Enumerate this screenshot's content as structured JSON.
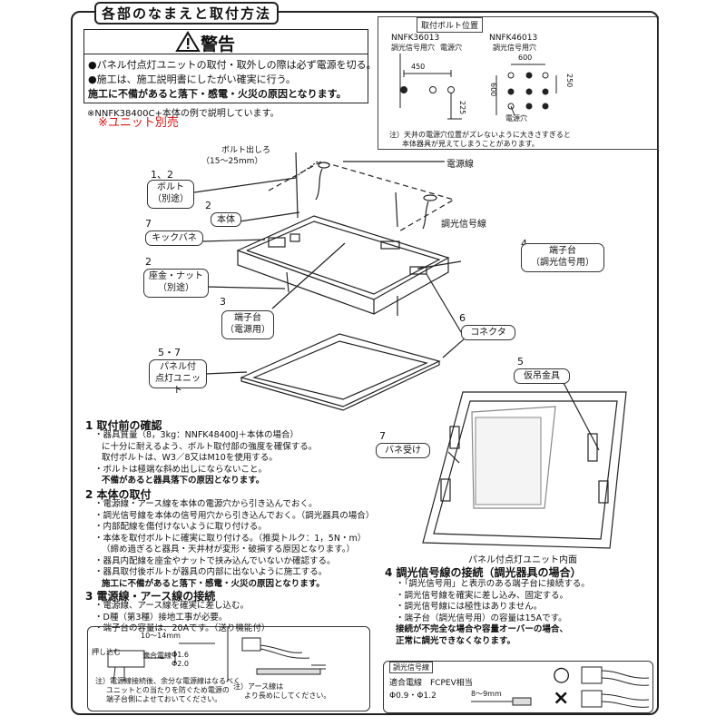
{
  "title": "各部のなまえと取付方法",
  "warning": {
    "heading": "警告",
    "line1": "●パネル付点灯ユニットの取付・取外しの際は必ず電源を切る。",
    "line2": "●施工は、施工説明書にしたがい確実に行う。",
    "line3": "施工に不備があると落下・感電・火災の原因となります。"
  },
  "note_model": "※NNFK38400C+本体の例で説明しています。",
  "unit_separate": "※ユニット別売",
  "bolt_positions": {
    "title": "取付ボルト位置",
    "model_a": "NNFK36013",
    "model_b": "NNFK46013",
    "dim_bolt_hole_a": "調光信号用穴",
    "power_hole_a": "電源穴",
    "dim_bolt_hole_b": "調光信号用穴",
    "power_hole_b": "電源穴",
    "dim_450": "450",
    "dim_600": "600",
    "dim_225": "225",
    "dim_250": "250",
    "dim_600v": "600",
    "note1": "注）天井の電源穴位置がズレないように大きさすぎると",
    "note2": "本体器具が見えてしまうことがあります。"
  },
  "diagram": {
    "bolt_protrusion": "ボルト出しろ",
    "bolt_range": "（15～25mm）",
    "num_bolt": "1、2",
    "bolt": "ボルト",
    "bolt_sub": "（別途）",
    "num_body": "2",
    "body": "本体",
    "num_spring": "7",
    "spring": "キックバネ",
    "num_washer": "2",
    "washer": "座金・ナット",
    "washer_sub": "（別途）",
    "num_terminal_power": "3",
    "terminal_power": "端子台",
    "terminal_power_sub": "（電源用）",
    "power_line": "電源線",
    "dim_signal_line": "調光信号線",
    "num_terminal_dim": "4",
    "terminal_dim": "端子台",
    "terminal_dim_sub": "（調光信号用）",
    "num_connector": "6",
    "connector": "コネクタ",
    "num_unit": "5・7",
    "unit": "パネル付",
    "unit_sub": "点灯ユニット",
    "num_hanger": "5",
    "hanger": "仮吊金具",
    "num_spring_recv": "7",
    "spring_recv": "バネ受け",
    "unit_inside": "パネル付点灯ユニット内面"
  },
  "section1": {
    "heading": "1 取付前の確認",
    "l1": "・器具質量（8，3kg：NNFK48400J＋本体の場合）",
    "l2": "に十分に耐えるよう、ボルト取付部の強度を確保する。",
    "l3": "取付ボルトは、W3／8又はM10を使用する。",
    "l4": "・ボルトは極端な斜め出しにならないこと。",
    "l5": "不備があると器具落下の原因となります。"
  },
  "section2": {
    "heading": "2 本体の取付",
    "l1": "・電源線・アース線を本体の電源穴から引き込んでおく。",
    "l2": "・調光信号線を本体の信号用穴から引き込んでおく。（調光器具の場合）",
    "l3": "・内部配線を傷付けないように取り付ける。",
    "l4": "・本体を取付ボルトに確実に取り付ける。（推奨トルク：1，5N・m）",
    "l5": "（締め過ぎると器具・天井材が変形・破損する原因となります。）",
    "l6": "・器具内配線を座金やナットで挟み込んでいないか確認する。",
    "l7": "・器具取付後ボルトが器具の内部に出ないように施工する。",
    "l8": "施工に不備があると落下・感電・火災の原因となります。"
  },
  "section3": {
    "heading": "3 電源線・アース線の接続",
    "l1": "・電源線、アース線を確実に差し込む。",
    "l2": "・D種（第3種）接地工事が必要。",
    "l3": "・端子台の容量は、20Aです。（送り機能付）",
    "push_btn": "押し込む",
    "wire_size_label": "適合電線",
    "wire_size_1": "Φ1.6",
    "wire_size_2": "Φ2.0",
    "strip_length": "10～14mm",
    "note_left1": "注）電源線接続後、余分な電源線はなるべく",
    "note_left2": "ユニットとの当たりを防ぐため電源の",
    "note_left3": "端子台側によせておいてください。",
    "note_right1": "注）アース線は",
    "note_right2": "より長めにしてください。"
  },
  "section4": {
    "heading": "4 調光信号線の接続（調光器具の場合）",
    "l1": "・「調光信号用」と表示のある端子台に接続する。",
    "l2": "・調光信号線を確実に差し込み、固定する。",
    "l3": "・調光信号線には極性はありません。",
    "l4": "・端子台（調光信号用）の容量は15Aです。",
    "l5": "接続が不完全な場合や容量オーバーの場合、",
    "l6": "正常に調光できなくなります。",
    "box_title": "調光信号線",
    "box_wire": "適合電線　FCPEV相当",
    "box_size": "Φ0.9・Φ1.2",
    "box_strip": "8～9mm",
    "ok": "○",
    "ng": "×"
  }
}
